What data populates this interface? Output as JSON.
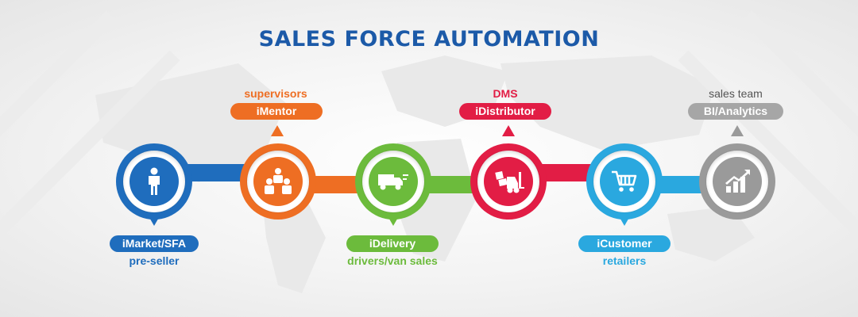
{
  "title": "SALES FORCE AUTOMATION",
  "colors": {
    "blue": "#1f6dbd",
    "orange": "#ee6e23",
    "green": "#6cbb3c",
    "red": "#e21d45",
    "cyan": "#2aa8df",
    "gray": "#9a9a9a",
    "title": "#1c5aa8"
  },
  "stages": [
    {
      "icon": "person-icon",
      "color": "blue",
      "pill": "iMarket/SFA",
      "sub": "pre-seller"
    },
    {
      "icon": "team-icon",
      "color": "orange",
      "pill": "iMentor",
      "sub": "supervisors"
    },
    {
      "icon": "delivery-truck-icon",
      "color": "green",
      "pill": "iDelivery",
      "sub": "drivers/van sales"
    },
    {
      "icon": "forklift-icon",
      "color": "red",
      "pill": "iDistributor",
      "sub": "DMS"
    },
    {
      "icon": "shopping-cart-icon",
      "color": "cyan",
      "pill": "iCustomer",
      "sub": "retailers"
    },
    {
      "icon": "bar-chart-icon",
      "color": "gray",
      "pill": "BI/Analytics",
      "sub": "sales team"
    }
  ]
}
